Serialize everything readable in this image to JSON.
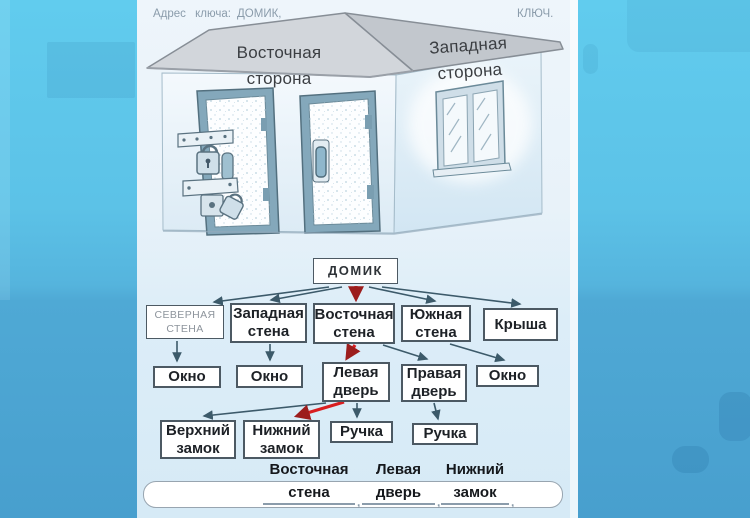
{
  "colors": {
    "background_top": "#61ccee",
    "background_bottom": "#489fce",
    "highlight_red": "#d81e20",
    "arrow_dark": "#3c5a6a",
    "panel_bg": "#e8f2f9",
    "roof_gray": "#cdd2d7",
    "door_frame_blue": "#84a8bb"
  },
  "house": {
    "east_label": "Восточная\nсторона",
    "west_label": "Западная\nсторона"
  },
  "tree": {
    "nodes": {
      "root": "ДОМИК",
      "north_wall": "СЕВЕРНАЯ\nСТЕНА",
      "west_wall": "Западная\nстена",
      "east_wall": "Восточная\nстена",
      "south_wall": "Южная\nстена",
      "roof": "Крыша",
      "window1": "Окно",
      "window2": "Окно",
      "left_door": "Левая\nдверь",
      "right_door": "Правая\nдверь",
      "window3": "Окно",
      "upper_lock": "Верхний\nзамок",
      "lower_lock": "Нижний\nзамок",
      "handle1": "Ручка",
      "handle2": "Ручка"
    },
    "edges": [
      {
        "from": "ДОМИК",
        "to": "СЕВЕРНАЯ СТЕНА",
        "highlight": false
      },
      {
        "from": "ДОМИК",
        "to": "Западная стена",
        "highlight": false
      },
      {
        "from": "ДОМИК",
        "to": "Восточная стена",
        "highlight": true
      },
      {
        "from": "ДОМИК",
        "to": "Южная стена",
        "highlight": false
      },
      {
        "from": "ДОМИК",
        "to": "Крыша",
        "highlight": false
      },
      {
        "from": "СЕВЕРНАЯ СТЕНА",
        "to": "Окно",
        "highlight": false
      },
      {
        "from": "Западная стена",
        "to": "Окно",
        "highlight": false
      },
      {
        "from": "Восточная стена",
        "to": "Левая дверь",
        "highlight": true
      },
      {
        "from": "Восточная стена",
        "to": "Правая дверь",
        "highlight": false
      },
      {
        "from": "Южная стена",
        "to": "Окно",
        "highlight": false
      },
      {
        "from": "Левая дверь",
        "to": "Верхний замок",
        "highlight": false
      },
      {
        "from": "Левая дверь",
        "to": "Нижний замок",
        "highlight": true
      },
      {
        "from": "Левая дверь",
        "to": "Ручка",
        "highlight": false
      },
      {
        "from": "Правая дверь",
        "to": "Ручка",
        "highlight": false
      }
    ]
  },
  "answers": {
    "slot1_top": "Восточная",
    "slot1_word": "стена",
    "slot2_top": "Левая",
    "slot2_word": "дверь",
    "slot3_top": "Нижний",
    "slot3_word": "замок"
  },
  "address_bar": {
    "prefix": "Адрес ключа:",
    "root_word": "ДОМИК,",
    "comma": ",",
    "suffix": "КЛЮЧ."
  }
}
